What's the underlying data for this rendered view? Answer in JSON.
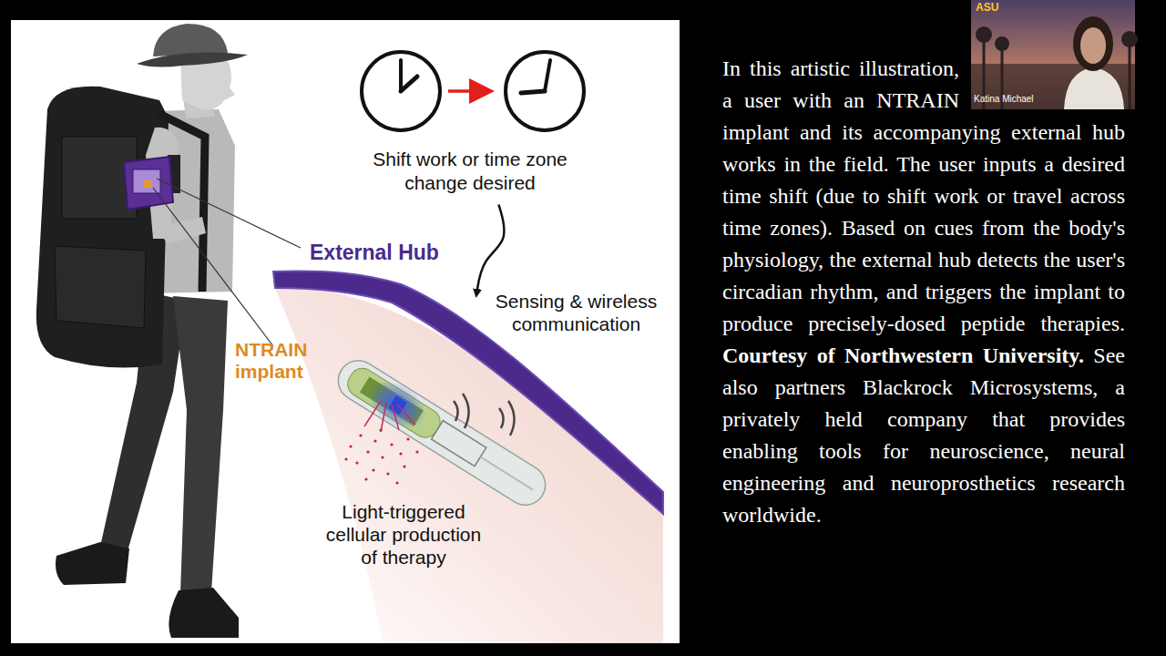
{
  "diagram": {
    "nodes": [
      {
        "text": [
          "Shift work or time zone change desired"
        ]
      },
      {
        "text": [
          "External Hub",
          "Sensing & wireless communication"
        ]
      },
      {
        "text": [
          "Light-triggered cellular production of therapy"
        ]
      }
    ],
    "edges": [
      {
        "from": 0,
        "to": 1,
        "arrow": "to"
      }
    ],
    "labels": [
      "NTRAIN implant",
      "In this artistic illustration, a user with an NTRAIN implant and its accompanying external hub works in the field. The user inputs a desired time shift (due to shift work or travel across time zones). Based on cues from the body's physiology, the external hub detects the user's circadian rhythm, and triggers the implant to produce precisely-dosed peptide therapies.",
      "Courtesy of Northwestern University.",
      "See also partners Blackrock Microsystems, a privately held company that provides enabling tools for neuroscience, neural engineering and neuroprosthetics research worldwide.",
      "ASU",
      "Katina Michael"
    ]
  }
}
